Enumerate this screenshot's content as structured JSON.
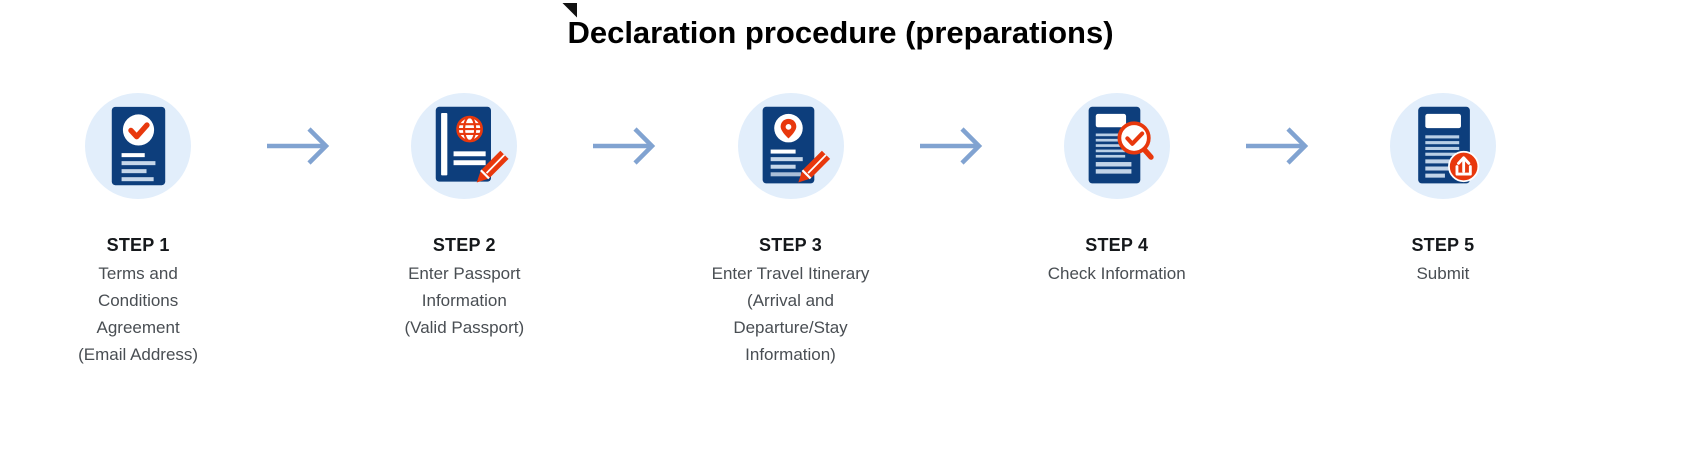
{
  "title": "Declaration procedure (preparations)",
  "colors": {
    "navy": "#0d3e7c",
    "accent_red": "#e8380d",
    "circle_background": "#e2eefb",
    "arrow": "#81a3d1",
    "step_label_text": "#15181b",
    "description_text": "#494e53",
    "title_text": "#000000"
  },
  "steps": [
    {
      "label": "STEP 1",
      "description": "Terms and\nConditions\nAgreement\n(Email Address)",
      "icon": "document-check-icon"
    },
    {
      "label": "STEP 2",
      "description": "Enter Passport\nInformation\n(Valid Passport)",
      "icon": "passport-edit-icon"
    },
    {
      "label": "STEP 3",
      "description": "Enter Travel Itinerary\n(Arrival and\nDeparture/Stay\nInformation)",
      "icon": "itinerary-pin-edit-icon"
    },
    {
      "label": "STEP 4",
      "description": "Check Information",
      "icon": "document-search-check-icon"
    },
    {
      "label": "STEP 5",
      "description": "Submit",
      "icon": "document-upload-icon"
    }
  ],
  "arrow_icon": "arrow-right-icon"
}
